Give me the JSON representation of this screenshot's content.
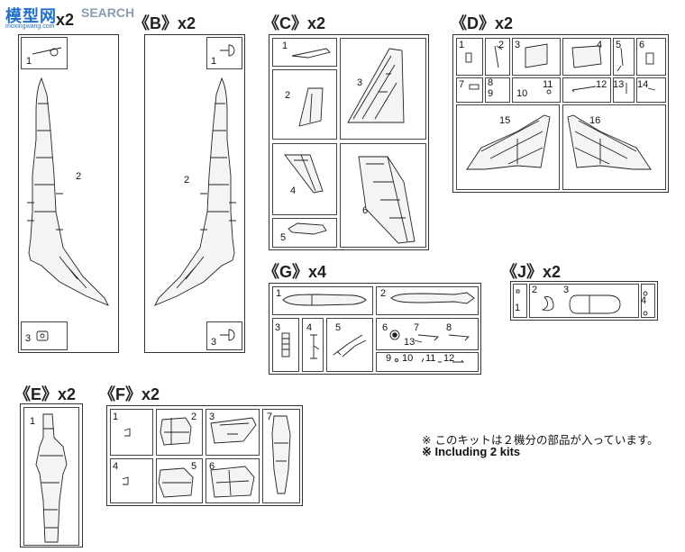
{
  "watermark": {
    "logo_text": "模型网",
    "brand": "SEARCH",
    "url": "moxingwang.com"
  },
  "sprues": {
    "A": {
      "label": "x2",
      "parts": [
        "1",
        "2",
        "3"
      ]
    },
    "B": {
      "label": "《B》x2",
      "parts": [
        "1",
        "2",
        "3"
      ]
    },
    "C": {
      "label": "《C》x2",
      "parts": [
        "1",
        "2",
        "3",
        "4",
        "5",
        "6"
      ]
    },
    "D": {
      "label": "《D》x2",
      "parts": [
        "1",
        "2",
        "3",
        "4",
        "5",
        "6",
        "7",
        "8",
        "9",
        "10",
        "11",
        "12",
        "13",
        "14",
        "15",
        "16"
      ]
    },
    "G": {
      "label": "《G》x4",
      "parts": [
        "1",
        "2",
        "3",
        "4",
        "5",
        "6",
        "7",
        "8",
        "13",
        "9",
        "10",
        "11",
        "12"
      ]
    },
    "J": {
      "label": "《J》x2",
      "parts": [
        "1",
        "2",
        "3",
        "4"
      ]
    },
    "E": {
      "label": "《E》x2",
      "parts": [
        "1"
      ]
    },
    "F": {
      "label": "《F》x2",
      "parts": [
        "1",
        "2",
        "3",
        "4",
        "5",
        "6",
        "7"
      ]
    }
  },
  "notes": {
    "jp": "※ このキットは２機分の部品が入っています。",
    "en": "※  Including 2 kits"
  }
}
